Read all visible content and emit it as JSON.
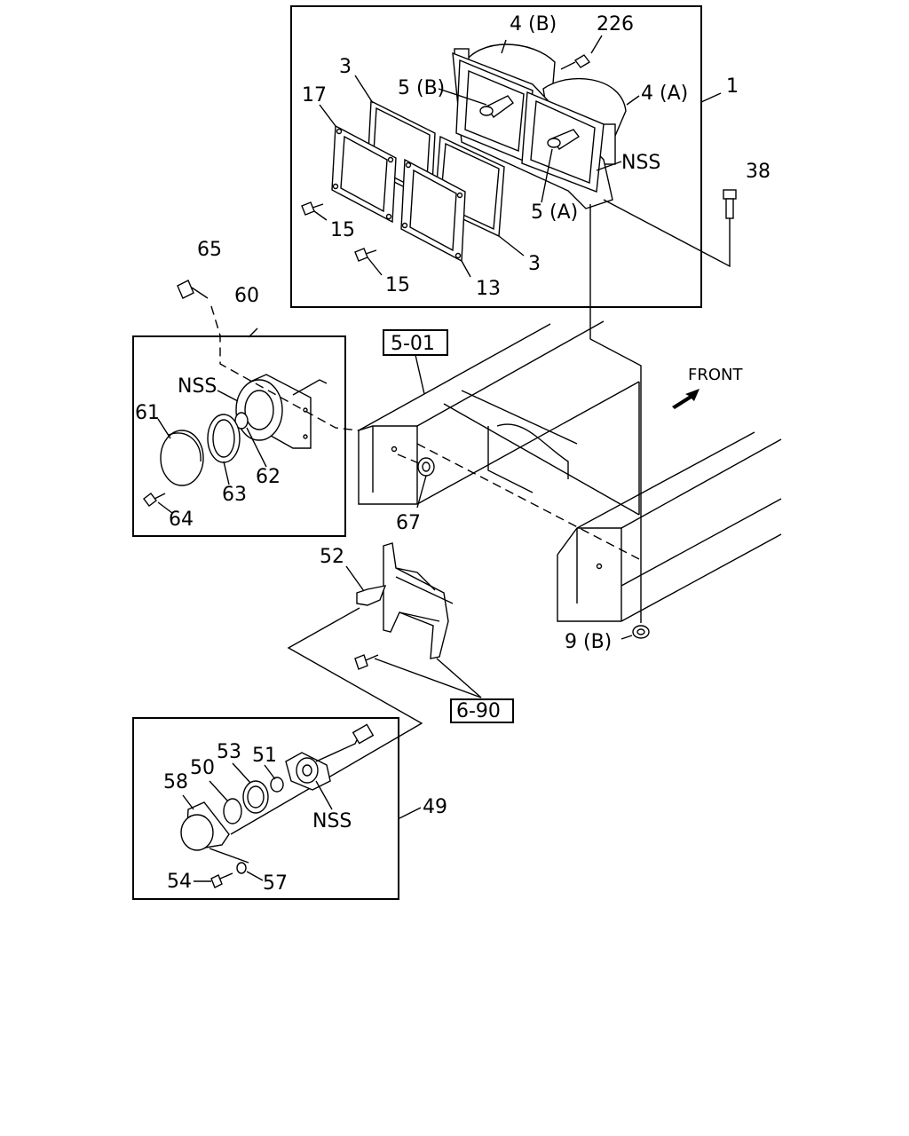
{
  "callouts": {
    "c1": "1",
    "c3a": "3",
    "c3b": "3",
    "c4a": "4 (A)",
    "c4b": "4 (B)",
    "c5a": "5 (A)",
    "c5b": "5 (B)",
    "c13": "13",
    "c15a": "15",
    "c15b": "15",
    "c17": "17",
    "c38": "38",
    "c226": "226",
    "nss_headlamp": "NSS",
    "c60": "60",
    "c61": "61",
    "c62": "62",
    "c63": "63",
    "c64": "64",
    "c65": "65",
    "nss_sidelamp": "NSS",
    "c67": "67",
    "c9b": "9 (B)",
    "c52": "52",
    "c49": "49",
    "c50": "50",
    "c51": "51",
    "c53": "53",
    "c54": "54",
    "c57": "57",
    "c58": "58",
    "nss_foglamp": "NSS"
  },
  "references": {
    "ref_501": "5-01",
    "ref_690": "6-90"
  },
  "direction": {
    "label": "FRONT"
  }
}
